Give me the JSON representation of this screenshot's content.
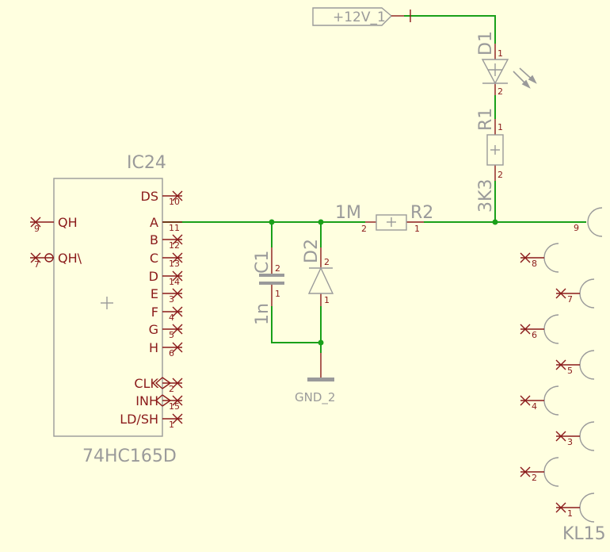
{
  "ic": {
    "ref": "IC24",
    "value": "74HC165D",
    "left_pins": [
      {
        "name": "QH",
        "num": "9"
      },
      {
        "name": "QH\\",
        "num": "7"
      }
    ],
    "right_pins": [
      {
        "name": "DS",
        "num": "10"
      },
      {
        "name": "A",
        "num": "11"
      },
      {
        "name": "B",
        "num": "12"
      },
      {
        "name": "C",
        "num": "13"
      },
      {
        "name": "D",
        "num": "14"
      },
      {
        "name": "E",
        "num": "3"
      },
      {
        "name": "F",
        "num": "4"
      },
      {
        "name": "G",
        "num": "5"
      },
      {
        "name": "H",
        "num": "6"
      },
      {
        "name": "CLK",
        "num": "2"
      },
      {
        "name": "INH",
        "num": "15"
      },
      {
        "name": "LD/SH",
        "num": "1"
      }
    ]
  },
  "c1": {
    "ref": "C1",
    "value": "1n",
    "pin_a": "2",
    "pin_b": "1"
  },
  "d2": {
    "ref": "D2",
    "pin_a": "2",
    "pin_b": "1"
  },
  "r2": {
    "ref": "R2",
    "value": "1M",
    "pin_a": "2",
    "pin_b": "1"
  },
  "r1": {
    "ref": "R1",
    "value": "3K3",
    "pin_a": "1",
    "pin_b": "2"
  },
  "d1": {
    "ref": "D1",
    "pin_a": "1",
    "pin_b": "2"
  },
  "supply": {
    "label": "+12V_1"
  },
  "ground": {
    "label": "GND_2"
  },
  "connector": {
    "ref": "KL15",
    "pins": [
      "9",
      "8",
      "7",
      "6",
      "5",
      "4",
      "3",
      "2",
      "1"
    ]
  },
  "colors": {
    "background": "#ffffe0",
    "net": "#1aa01a",
    "pin": "#8a1a1a",
    "body": "#9a9a9a"
  }
}
